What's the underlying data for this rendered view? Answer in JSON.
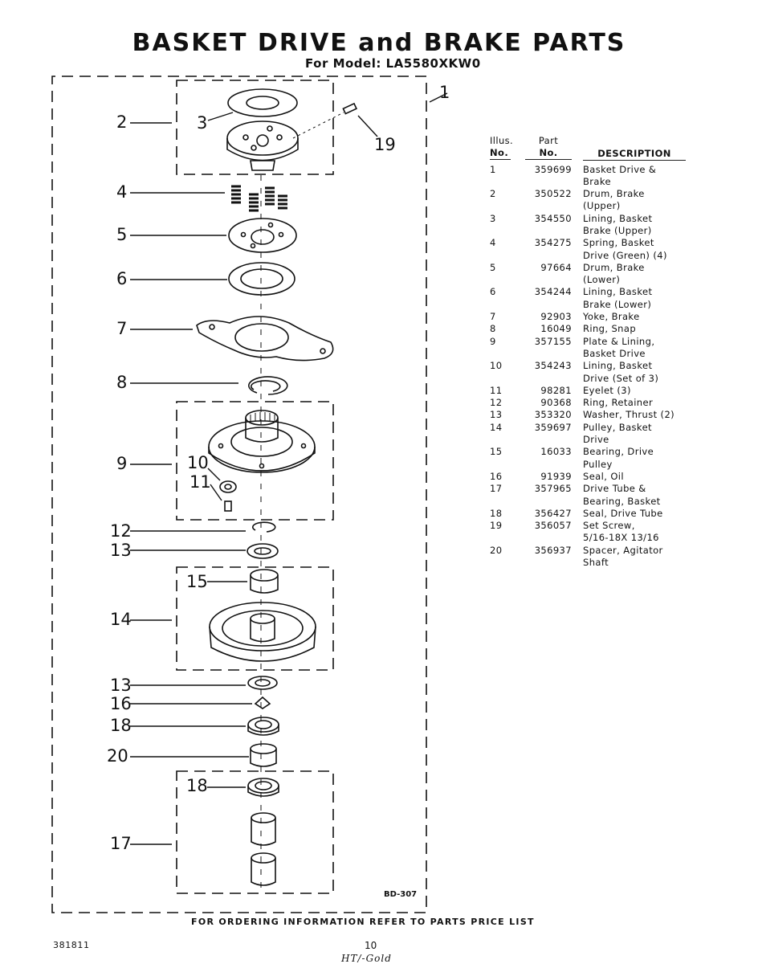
{
  "header": {
    "title": "BASKET DRIVE and BRAKE PARTS",
    "model_line": "For Model: LA5580XKW0"
  },
  "diagram": {
    "callouts": [
      "1",
      "2",
      "3",
      "19",
      "4",
      "5",
      "6",
      "7",
      "8",
      "9",
      "10",
      "11",
      "12",
      "13",
      "15",
      "14",
      "13",
      "16",
      "18",
      "20",
      "18",
      "17"
    ],
    "drawing_code": "BD-307"
  },
  "parts_table": {
    "headers": {
      "illus_no": [
        "Illus.",
        "No."
      ],
      "part_no": [
        "Part",
        "No."
      ],
      "description": "DESCRIPTION"
    },
    "rows": [
      {
        "illus": "1",
        "part": "359699",
        "desc": [
          "Basket Drive &",
          "Brake"
        ]
      },
      {
        "illus": "2",
        "part": "350522",
        "desc": [
          "Drum, Brake",
          "(Upper)"
        ]
      },
      {
        "illus": "3",
        "part": "354550",
        "desc": [
          "Lining, Basket",
          "Brake (Upper)"
        ]
      },
      {
        "illus": "4",
        "part": "354275",
        "desc": [
          "Spring, Basket",
          "Drive (Green) (4)"
        ]
      },
      {
        "illus": "5",
        "part": "97664",
        "desc": [
          "Drum, Brake",
          "(Lower)"
        ]
      },
      {
        "illus": "6",
        "part": "354244",
        "desc": [
          "Lining, Basket",
          "Brake (Lower)"
        ]
      },
      {
        "illus": "7",
        "part": "92903",
        "desc": [
          "Yoke, Brake"
        ]
      },
      {
        "illus": "8",
        "part": "16049",
        "desc": [
          "Ring, Snap"
        ]
      },
      {
        "illus": "9",
        "part": "357155",
        "desc": [
          "Plate & Lining,",
          "Basket Drive"
        ]
      },
      {
        "illus": "10",
        "part": "354243",
        "desc": [
          "Lining, Basket",
          "Drive (Set of 3)"
        ]
      },
      {
        "illus": "11",
        "part": "98281",
        "desc": [
          "Eyelet (3)"
        ]
      },
      {
        "illus": "12",
        "part": "90368",
        "desc": [
          "Ring, Retainer"
        ]
      },
      {
        "illus": "13",
        "part": "353320",
        "desc": [
          "Washer, Thrust (2)"
        ]
      },
      {
        "illus": "14",
        "part": "359697",
        "desc": [
          "Pulley, Basket",
          "Drive"
        ]
      },
      {
        "illus": "15",
        "part": "16033",
        "desc": [
          "Bearing, Drive",
          "Pulley"
        ]
      },
      {
        "illus": "16",
        "part": "91939",
        "desc": [
          "Seal, Oil"
        ]
      },
      {
        "illus": "17",
        "part": "357965",
        "desc": [
          "Drive Tube &",
          "Bearing, Basket"
        ]
      },
      {
        "illus": "18",
        "part": "356427",
        "desc": [
          "Seal, Drive Tube"
        ]
      },
      {
        "illus": "19",
        "part": "356057",
        "desc": [
          "Set Screw,",
          "5/16-18X 13/16"
        ]
      },
      {
        "illus": "20",
        "part": "356937",
        "desc": [
          "Spacer, Agitator",
          "Shaft"
        ]
      }
    ]
  },
  "footer": {
    "ordering_note": "FOR ORDERING INFORMATION REFER TO PARTS PRICE LIST",
    "doc_number": "381811",
    "page_number": "10",
    "handwritten_note": "HT/-Gold"
  }
}
